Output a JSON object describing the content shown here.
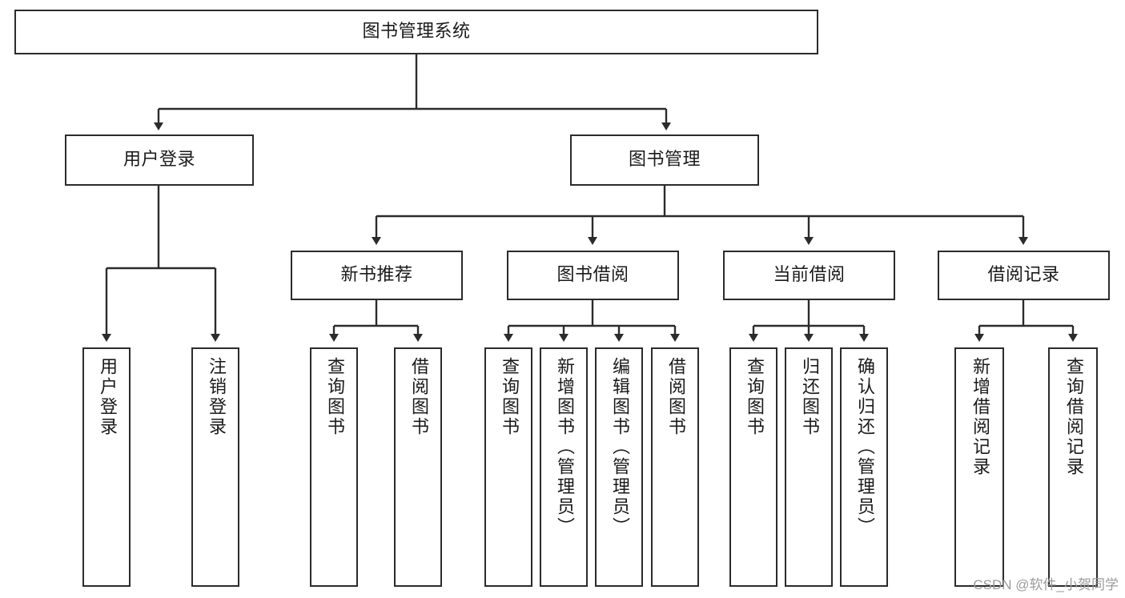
{
  "diagram": {
    "type": "tree-hierarchy",
    "title": "图书管理系统",
    "colors": {
      "background": "#ffffff",
      "box_border": "#2b2b2b",
      "connector": "#2b2b2b",
      "text": "#1a1a1a",
      "watermark": "#9b9b9b"
    },
    "levels": {
      "root": {
        "id": "root",
        "label": "图书管理系统"
      },
      "level2": [
        {
          "id": "user-login",
          "label": "用户登录"
        },
        {
          "id": "book-management",
          "label": "图书管理"
        }
      ],
      "level3": [
        {
          "id": "new-book-recommend",
          "label": "新书推荐",
          "parent": "book-management"
        },
        {
          "id": "book-borrow",
          "label": "图书借阅",
          "parent": "book-management"
        },
        {
          "id": "current-borrow",
          "label": "当前借阅",
          "parent": "book-management"
        },
        {
          "id": "borrow-record",
          "label": "借阅记录",
          "parent": "book-management"
        }
      ],
      "leaves": [
        {
          "id": "leaf-user-login",
          "label": "用户登录",
          "parent": "user-login"
        },
        {
          "id": "leaf-user-logout",
          "label": "注销登录",
          "parent": "user-login"
        },
        {
          "id": "leaf-query-book-1",
          "label": "查询图书",
          "parent": "new-book-recommend"
        },
        {
          "id": "leaf-borrow-book-1",
          "label": "借阅图书",
          "parent": "new-book-recommend"
        },
        {
          "id": "leaf-query-book-2",
          "label": "查询图书",
          "parent": "book-borrow"
        },
        {
          "id": "leaf-add-book",
          "label": "新增图书（管理员）",
          "parent": "book-borrow"
        },
        {
          "id": "leaf-edit-book",
          "label": "编辑图书（管理员）",
          "parent": "book-borrow"
        },
        {
          "id": "leaf-borrow-book-2",
          "label": "借阅图书",
          "parent": "book-borrow"
        },
        {
          "id": "leaf-query-book-3",
          "label": "查询图书",
          "parent": "current-borrow"
        },
        {
          "id": "leaf-return-book",
          "label": "归还图书",
          "parent": "current-borrow"
        },
        {
          "id": "leaf-confirm-return",
          "label": "确认归还（管理员）",
          "parent": "current-borrow"
        },
        {
          "id": "leaf-add-record",
          "label": "新增借阅记录",
          "parent": "borrow-record"
        },
        {
          "id": "leaf-query-record",
          "label": "查询借阅记录",
          "parent": "borrow-record"
        }
      ]
    },
    "watermark": "CSDN @软件_小贺同学"
  }
}
